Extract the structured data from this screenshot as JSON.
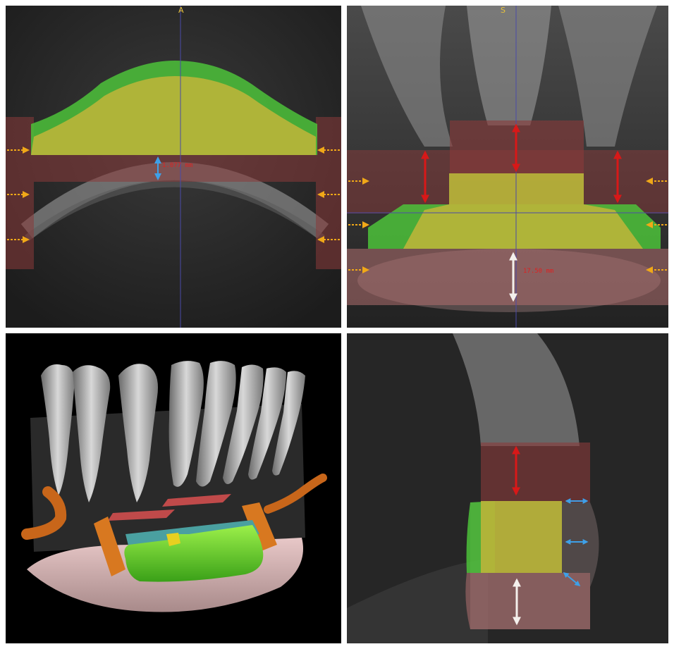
{
  "panels": {
    "axial": {
      "orientation_label": "A",
      "measurement": "1.077 mm"
    },
    "coronal": {
      "orientation_label": "S",
      "measurement": "17.50 mm"
    },
    "render_3d": {},
    "sagittal": {}
  },
  "colors": {
    "safety_zone": "#8a3a3a",
    "graft_green": "#4cc23a",
    "graft_yellow": "#b8b43a",
    "arrow_orange": "#f0a818",
    "arrow_red": "#d81818",
    "arrow_blue": "#3ea0e8",
    "arrow_white": "#f4f0ec",
    "crosshair": "#4a4aa8"
  }
}
